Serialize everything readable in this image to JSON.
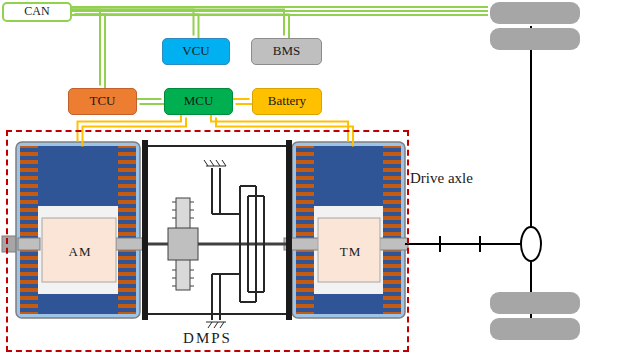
{
  "diagram": {
    "nodes": [
      {
        "text": [
          "CAN"
        ]
      },
      {
        "text": [
          "VCU"
        ]
      },
      {
        "text": [
          "BMS"
        ]
      },
      {
        "text": [
          "TCU"
        ]
      },
      {
        "text": [
          "MCU"
        ]
      },
      {
        "text": [
          "Battery"
        ]
      },
      {
        "text": [
          "DMPS"
        ]
      },
      {
        "text": [
          "AM"
        ],
        "in": 6
      },
      {
        "text": [
          "TM"
        ],
        "in": 6
      }
    ],
    "edges": [
      {
        "from": 0,
        "to": 3,
        "arrow": "none"
      },
      {
        "from": 0,
        "to": 1,
        "arrow": "none"
      },
      {
        "from": 0,
        "to": 2,
        "arrow": "none"
      },
      {
        "from": 3,
        "to": 4,
        "arrow": "none"
      },
      {
        "from": 4,
        "to": 5,
        "arrow": "none"
      },
      {
        "from": 4,
        "to": 7,
        "arrow": "none"
      },
      {
        "from": 4,
        "to": 8,
        "arrow": "none"
      }
    ],
    "labels": [
      "Drive axle"
    ]
  }
}
